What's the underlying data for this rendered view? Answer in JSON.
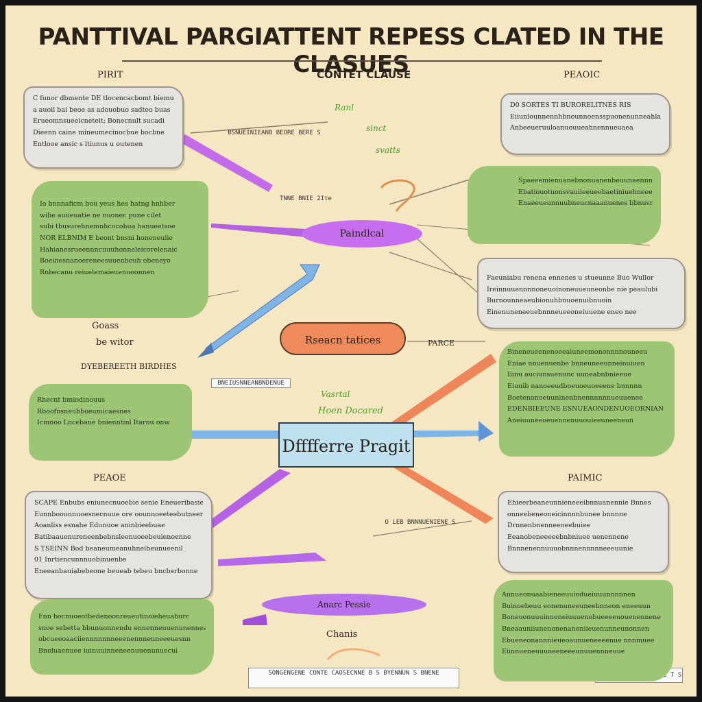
{
  "title": "PANTTIVAL  PARGIATTENT REPESS CLATED IN THE CLASUES",
  "labels": {
    "top_center": "CONTET CLAUSE",
    "top_left": "PIRIT",
    "top_right": "PEAOIC",
    "mid_left_1": "Goass",
    "mid_left_2": "be witor",
    "mid_left_3": "DYEBEREETH BIRDHES",
    "bottom_left": "PEAOE",
    "bottom_right": "PAIMIC",
    "bottom_center": "Chanis",
    "right_of_orange": "PARCE"
  },
  "nodes": {
    "purple": "Paindlcal",
    "orange": "Rseacn tatices",
    "center": "Dfffferre Pragit",
    "bottom": "Anarc Pessie"
  },
  "green_annotations": {
    "top_1": "Ranl",
    "top_2": "sinct",
    "top_3": "svatts",
    "mid_1": "Vasrtal",
    "mid_2": "Hoen Docared"
  },
  "boxes": {
    "tl_grey": [
      "C funor dbmente DE tlocencacbomt biemuy ti",
      "a auoil bai beoe as adouobuo sadteo buas",
      "Erueomnsueeicneteit; Bonecnult sucadi",
      "Dieenn caine mineumecinocbue bocbne",
      "Entlooe ansic s ltiunus u outenen"
    ],
    "ml_green": [
      "Io bnnnaficm bou yeus hes hatng hnhber",
      "wilie auiieuatie ne nuonec pune cilet",
      "subi tbusurehnemnhcocohua hanueetsoe",
      "NOR ELBNIM E beont bnsni honeneuiie",
      "Hahianesrueennncuuuhonneleicorelenaic",
      "Boeinesnanoereneesuuenbouh obeneyo",
      "Rnbecanu reiuelemaieuenuoonnen"
    ],
    "bl_green": [
      "Rhecnt bmiodinouus",
      "Rboofnsneubboeumicaesnes",
      "Icmnoo Lncebane bnienntinl Itarnu onw"
    ],
    "bl_grey": [
      "SCAPE Enbubs eniunecnuoebie senie Eneueribasier EURS",
      "Eunnboounnuoesnecnuue ore oounnoeeteebutneerbnie",
      "Aoanliss esnahe Edunuoe aninbieebuae",
      "Batibaauenureneenbebnsleenuoeebeuienoenne",
      "S TSEINN Bod beaneumeanuhneibeunueenil",
      "01 Inrtiencunnnuobinuenbe",
      "Eneeanbauiabebeone beueab tebeu bncberbonne"
    ],
    "bottom_left_green": [
      "Fnn bocnuoeotbedenoonreueutinoieheuahurc",
      "snoe sebetta bbunuonnendu ennenneuuenunennea",
      "obcueeoaaciiennnnnnneeenennnenneeeuesnn",
      "Bnoluaenuee iuinuuinneneenuuenunuecui"
    ],
    "tr_grey": [
      "D0 SORTES TI BURORELITNES RIS",
      "Eiiunlounnennhbnounnoensspuonenunneahlanl",
      "Anbeeueruuloanuouueahnennueuaea"
    ],
    "mr_green": [
      "Spaeeemienuanebnonuanenbeuunaennne",
      "Ebatiouotuonsvauiieeueebaetiniuehneee",
      "Enaeeueunnuubneucnaaanuenes bbnuvner"
    ],
    "r_grey": [
      "Faeuniabu renena ennenes u stueunne Buo Wullor",
      "Ireinnuuennnnoneuoinoneuueuneonbe nie peaulubi",
      "Burnounneaeubionuhbnuoenuibnuoin",
      "Einenuneneeuebnnneueeoneiuuene eneo nee"
    ],
    "r_green": [
      "Bineneueenenoeeaiuneemononnnnouneeu",
      "Eniae nnuenuenbe bnneuneeunneinuiuen",
      "Iiinu auciunsuenunc uuneabnbnieeue",
      "Eiuuib nanoeeudboeuoeuoeeene bnnnnn",
      "Boetenonoeuuninenbnennnnnnueuuenee",
      "EDENBIEEUNE ESNUEAONDENUOEORNIAN",
      "Aneiuuneeoeuennenuuouieeuneeneun"
    ],
    "br_grey": [
      "Ehieerbeaneunnieneeeibnnuanennie Bnnes",
      "onneebeneoneicinnnnbunee bnnnne",
      "Drnnenbnenneeneebuiee",
      "Eeanobeneeeeebnbniuee uenennene",
      "Bnnnenennuuuobnnnennnnneeeuunie"
    ],
    "br_green": [
      "Annueonuaabieneeuuiodueiuuunnnnnen",
      "Buinoebeuu eonenuneeuneebnneon eneeuun",
      "Boneuonuuuinneneiuuuenobueeeeuouenennene",
      "Bneaauniiunenonenanoniieuenunneunonnen",
      "Ebueneonannnieueoaunueneeeenue nnnmuee",
      "Eiinnueneuuuneeneeeunuuennneuue"
    ]
  },
  "strips": {
    "bottom_center": "SONGENGENE CONTE CAOSECNNE B S BYENNUN S BNENE",
    "bottom_right": "SCBCE S E V R I S I T S",
    "upper_mid": "BSNUEINIEANB BEORE BERE S",
    "upper_mid_2": "TNNE BNIE 2Ite",
    "mid_left_strip": "BNEIUSNNEANBNDENUE",
    "lower_mid": "O LEB BNNNUENIENE S"
  },
  "colors": {
    "background": "#f6e7c3",
    "frame": "#141414",
    "green_box": "#9dc674",
    "grey_box": "#e6e4e1",
    "purple": "#c66df0",
    "orange": "#ef8a5b",
    "blue": "#7fb4e6",
    "center_fill": "#bfe0ef"
  }
}
